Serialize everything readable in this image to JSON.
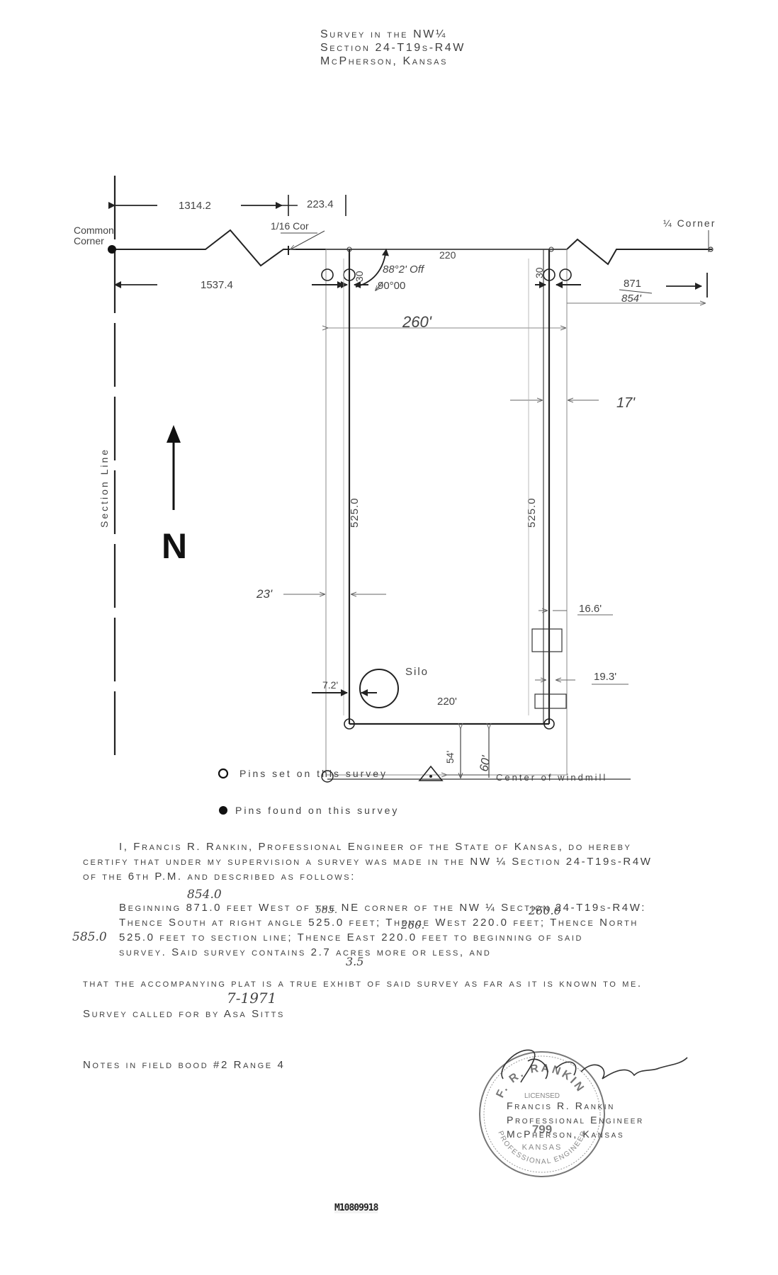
{
  "header": {
    "line1": "Survey in the NW¼",
    "line2": "Section 24-T19s-R4W",
    "line3": "McPherson, Kansas"
  },
  "plat": {
    "dim_1314": "1314.2",
    "dim_223": "223.4",
    "sixteenth_cor": "1/16 Cor",
    "common_corner_1": "Common",
    "common_corner_2": "Corner",
    "quarter_corner": "¼ Corner",
    "dim_1537": "1537.4",
    "dim_220_top": "220",
    "dim_30_left": "30",
    "dim_30_right": "30",
    "angle_handwritten": "88°2' Off",
    "angle_90": "90°00",
    "dim_871": "871",
    "dim_854": "854'",
    "dim_260": "260'",
    "dim_17": "17'",
    "section_line": "Section Line",
    "north": "N",
    "dim_525_left": "525.0",
    "dim_525_right": "525.0",
    "dim_23": "23'",
    "dim_16_6": "16.6'",
    "silo": "Silo",
    "dim_7_2": "7.2'",
    "dim_19_3": "19.3'",
    "dim_220_bottom": "220'",
    "dim_54": "54'",
    "dim_60": "60'",
    "pins_set": "Pins set on this survey",
    "center_windmill": "Center of windmill",
    "pins_found": "Pins found on this survey"
  },
  "certificate": {
    "line1": "I, Francis R. Rankin, Professional Engineer of the State of Kansas, do hereby",
    "line2": "certify that under my supervision a survey was made in the NW ¼ Section 24-T19s-R4W",
    "line3": "of the 6th P.M. and described as follows:",
    "hand_854": "854.0",
    "para_line1": "Beginning 871.0 feet West of the NE corner of the NW ¼ Section 24-T19s-R4W:",
    "hand_585_above": "585.",
    "hand_260": "260.0",
    "para_line2": "Thence South at right angle 525.0 feet; Thence West 220.0 feet; Thence North",
    "hand_585": "585.0",
    "hand_260b": "260.",
    "para_line3": "525.0 feet to section line; Thence East 220.0 feet to beginning of said",
    "para_line4": "survey. Said survey contains 2.7 acres more or less, and",
    "hand_35": "3.5",
    "plat_statement": "that the accompanying plat is a true exhibt of said survey as far as it is known to me.",
    "hand_date": "7-1971",
    "called_for": "Survey called for by Asa Sitts"
  },
  "footer": {
    "notes": "Notes in field bood #2 Range 4",
    "sig_name": "Francis R. Rankin",
    "sig_title": "Professional Engineer",
    "sig_place": "McPherson, Kansas",
    "seal_top": "F. R. RANKIN",
    "seal_licensed": "LICENSED",
    "seal_number": "799",
    "seal_state": "KANSAS",
    "seal_bottom": "PROFESSIONAL ENGINEER",
    "stamp": "M10809918"
  }
}
